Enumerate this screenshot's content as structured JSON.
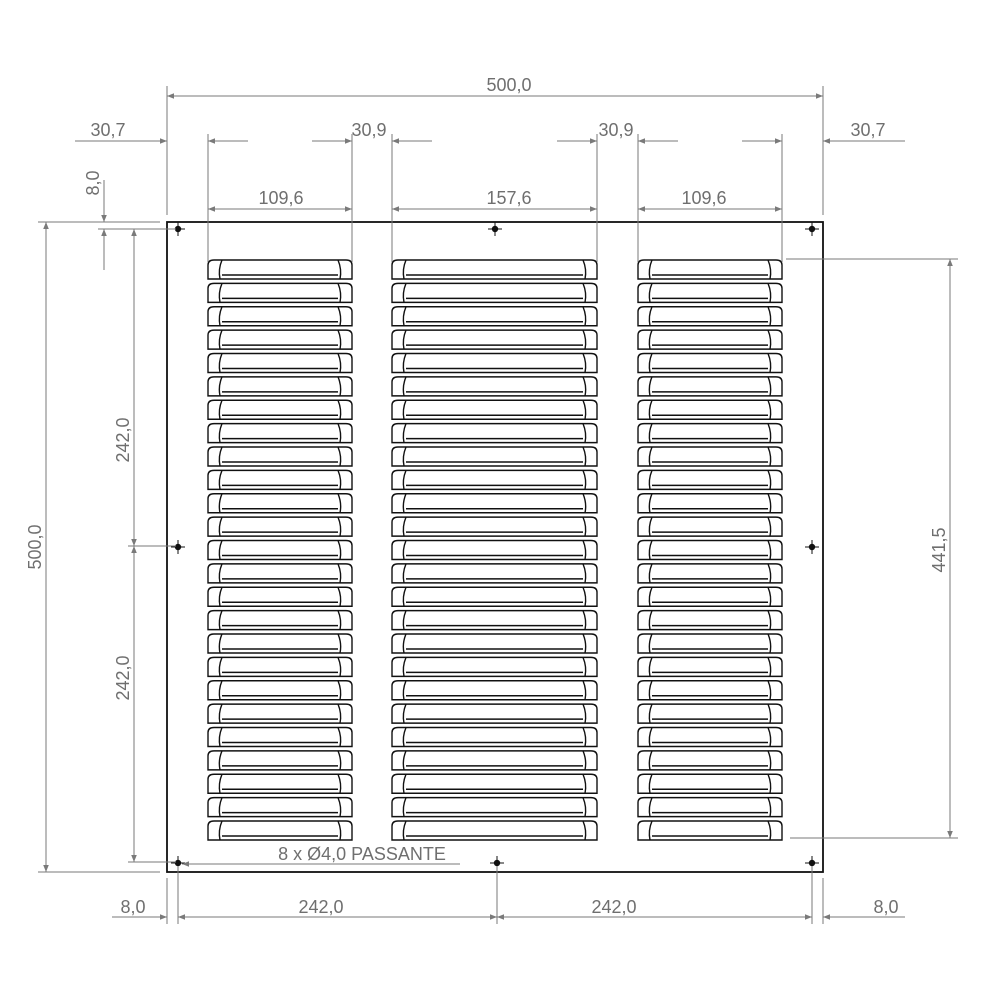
{
  "dimensions": {
    "overall_width": "500,0",
    "overall_height": "500,0",
    "margin_left": "30,7",
    "margin_right": "30,7",
    "gap_left": "30,9",
    "gap_right": "30,9",
    "column_left": "109,6",
    "column_center": "157,6",
    "column_right": "109,6",
    "top_offset": "8,0",
    "hole_pitch_upper": "242,0",
    "hole_pitch_lower": "242,0",
    "louver_height": "441,5",
    "bottom_left_edge": "8,0",
    "bottom_pitch_left": "242,0",
    "bottom_pitch_right": "242,0",
    "bottom_right_edge": "8,0"
  },
  "note": "8 x Ø4,0 PASSANTE",
  "louvers": {
    "columns": 3,
    "rows_per_column": 25
  },
  "holes": {
    "count": 8
  }
}
